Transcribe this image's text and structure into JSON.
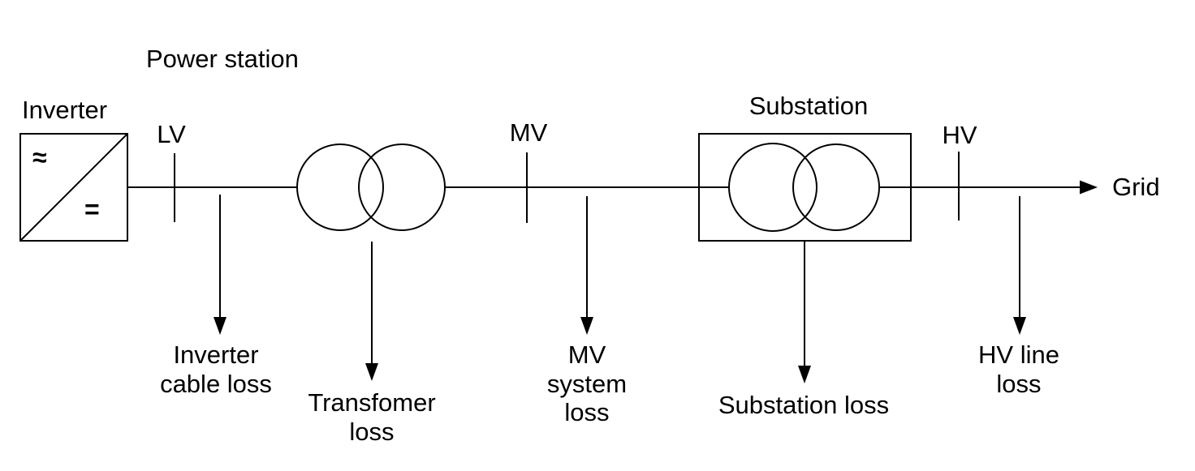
{
  "diagram": {
    "power_station_label": "Power station",
    "inverter": {
      "label": "Inverter",
      "ac_symbol": "≈",
      "dc_symbol": "="
    },
    "buses": {
      "lv": "LV",
      "mv": "MV",
      "hv": "HV"
    },
    "substation_label": "Substation",
    "grid_label": "Grid",
    "losses": {
      "inverter_cable": "Inverter\ncable loss",
      "transformer": "Transfomer\nloss",
      "mv_system": "MV\nsystem\nloss",
      "substation": "Substation loss",
      "hv_line": "HV line\nloss"
    },
    "colors": {
      "line": "#000000",
      "background": "#ffffff",
      "text": "#000000"
    }
  }
}
